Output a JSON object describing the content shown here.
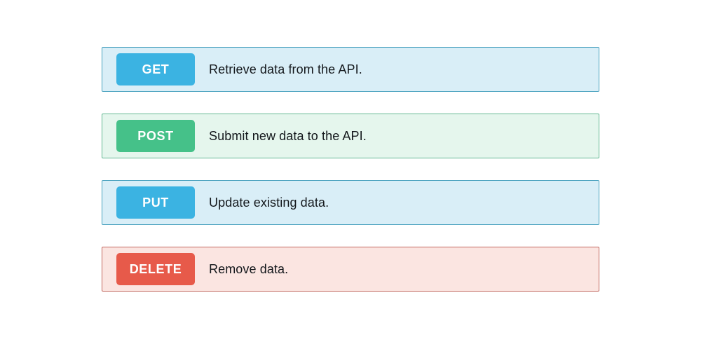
{
  "panel": {
    "page_background": "#ffffff",
    "text_color": "#14181c",
    "badge_text_color": "#ffffff",
    "rows": [
      {
        "method": "GET",
        "description": "Retrieve data from the API.",
        "badge_color": "#3bb3e2",
        "row_bg": "#d9eef7",
        "border_color": "#4aa2bf"
      },
      {
        "method": "POST",
        "description": "Submit new data to the API.",
        "badge_color": "#45c189",
        "row_bg": "#e5f6ed",
        "border_color": "#64b893"
      },
      {
        "method": "PUT",
        "description": "Update existing data.",
        "badge_color": "#3bb3e2",
        "row_bg": "#d9eef7",
        "border_color": "#4aa2bf"
      },
      {
        "method": "DELETE",
        "description": "Remove data.",
        "badge_color": "#e75a4a",
        "row_bg": "#fbe5e1",
        "border_color": "#c2685f"
      }
    ]
  }
}
